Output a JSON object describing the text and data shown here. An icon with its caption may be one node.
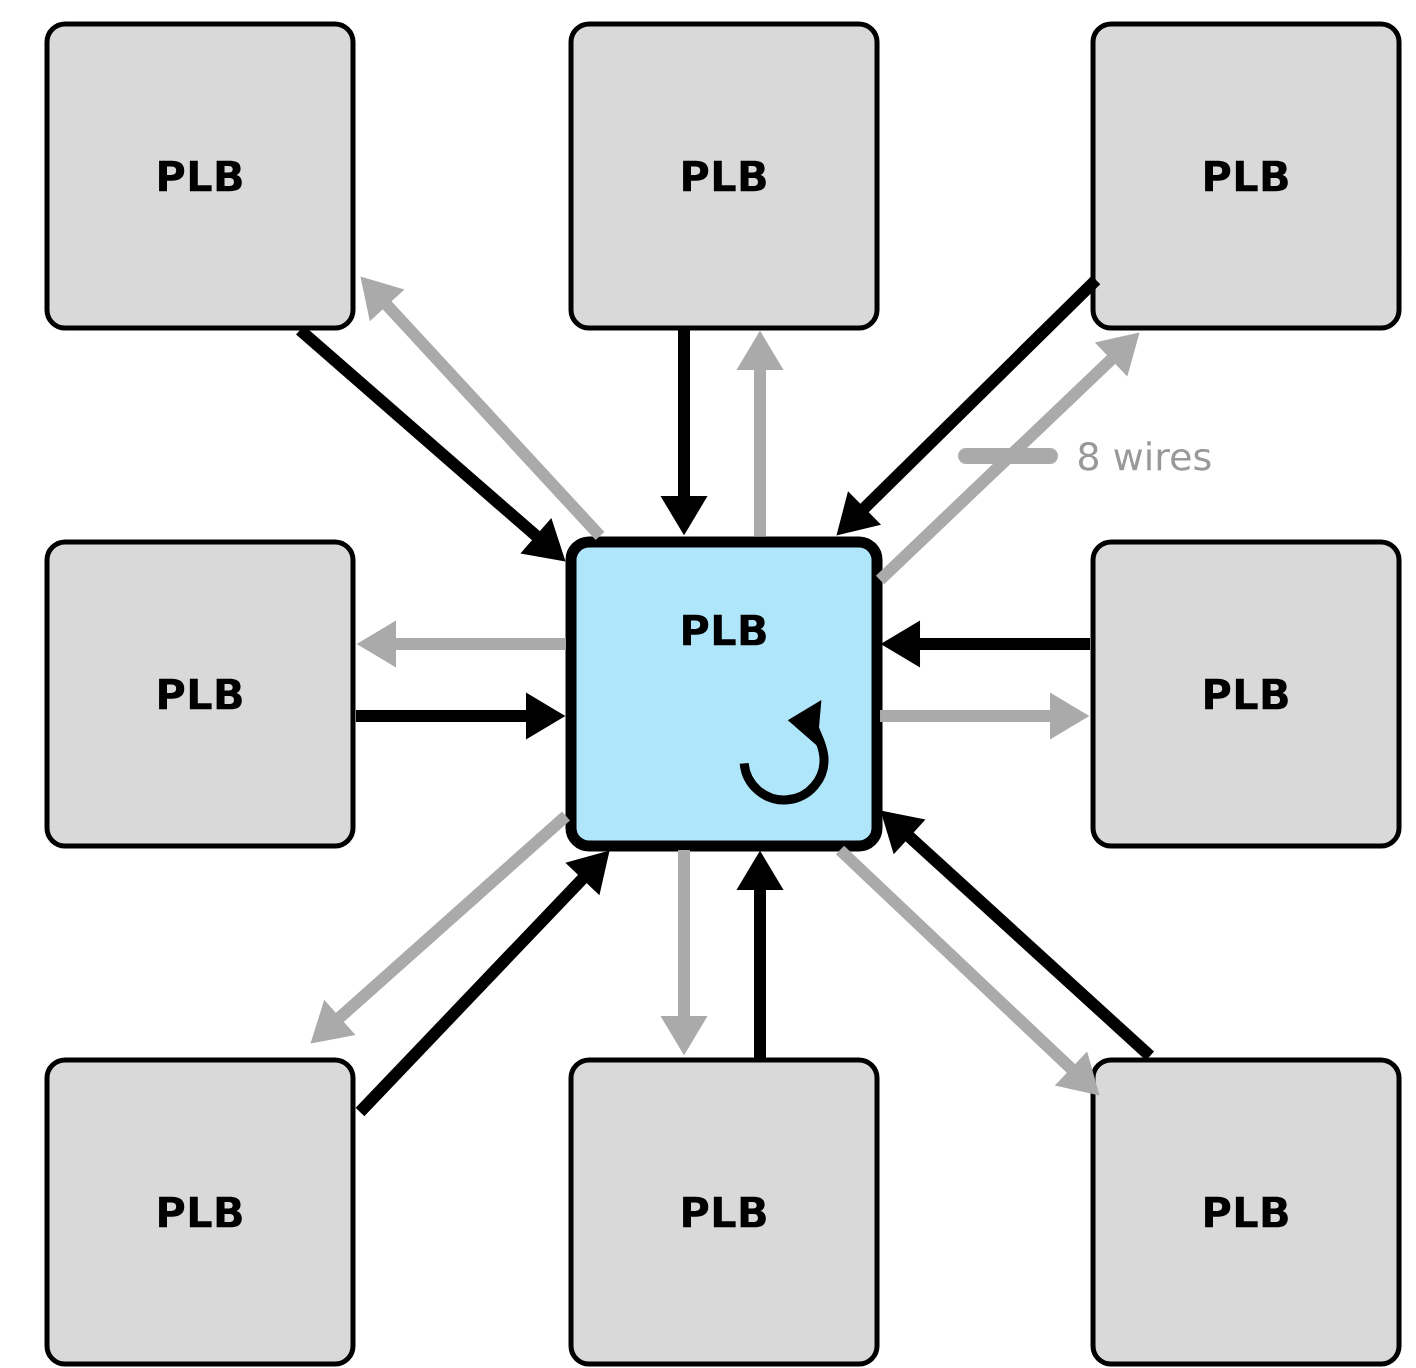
{
  "diagram": {
    "nodes": [
      {
        "text": [
          "PLB"
        ]
      },
      {
        "text": [
          "PLB"
        ]
      },
      {
        "text": [
          "PLB"
        ]
      },
      {
        "text": [
          "PLB"
        ]
      },
      {
        "text": [
          "PLB"
        ]
      },
      {
        "text": [
          "PLB"
        ]
      },
      {
        "text": [
          "PLB"
        ]
      },
      {
        "text": [
          "PLB"
        ]
      },
      {
        "text": [
          "PLB"
        ]
      }
    ],
    "edges": [
      {
        "from": 0,
        "to": 4,
        "arrow": "to"
      },
      {
        "from": 4,
        "to": 0,
        "arrow": "to",
        "color": "#aaaaaa"
      },
      {
        "from": 1,
        "to": 4,
        "arrow": "to"
      },
      {
        "from": 4,
        "to": 1,
        "arrow": "to",
        "color": "#aaaaaa"
      },
      {
        "from": 2,
        "to": 4,
        "arrow": "to"
      },
      {
        "from": 4,
        "to": 2,
        "arrow": "to",
        "color": "#aaaaaa"
      },
      {
        "from": 3,
        "to": 4,
        "arrow": "to"
      },
      {
        "from": 4,
        "to": 3,
        "arrow": "to",
        "color": "#aaaaaa"
      },
      {
        "from": 5,
        "to": 4,
        "arrow": "to"
      },
      {
        "from": 4,
        "to": 5,
        "arrow": "to",
        "color": "#aaaaaa"
      },
      {
        "from": 6,
        "to": 4,
        "arrow": "to"
      },
      {
        "from": 4,
        "to": 6,
        "arrow": "to",
        "color": "#aaaaaa"
      },
      {
        "from": 7,
        "to": 4,
        "arrow": "to"
      },
      {
        "from": 4,
        "to": 7,
        "arrow": "to",
        "color": "#aaaaaa"
      },
      {
        "from": 8,
        "to": 4,
        "arrow": "to"
      },
      {
        "from": 4,
        "to": 8,
        "arrow": "to",
        "color": "#aaaaaa"
      }
    ],
    "legend": [
      {
        "text": "8 wires"
      }
    ]
  }
}
